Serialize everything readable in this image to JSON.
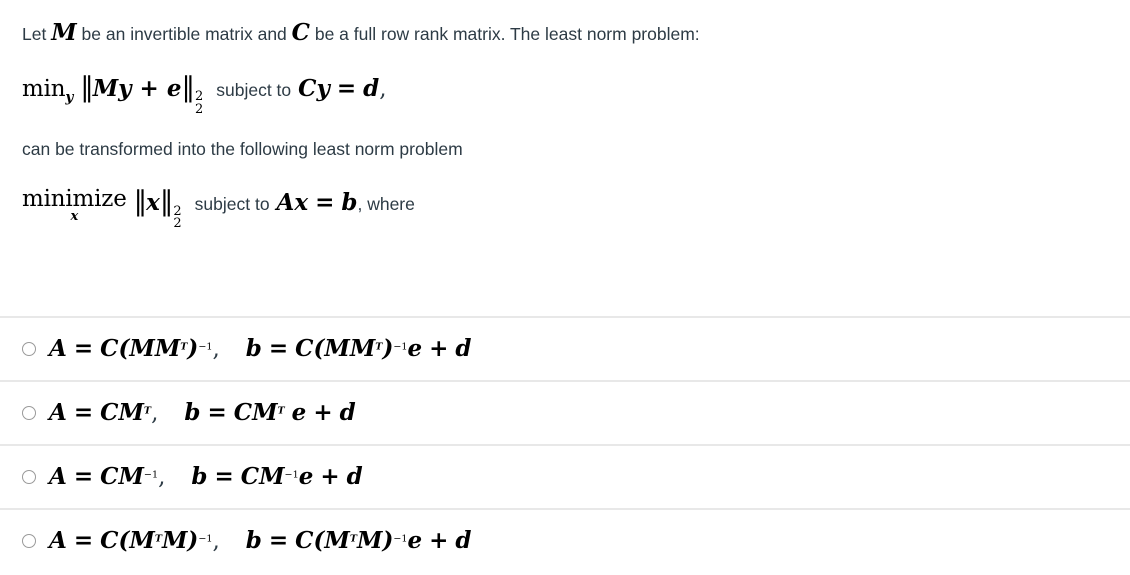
{
  "question": {
    "line1": {
      "part_a": "Let ",
      "var_M": "M",
      "part_b": " be an invertible matrix and ",
      "var_C": "C",
      "part_c": " be a full row rank matrix. The least norm problem:"
    },
    "line2": {
      "operator": "min",
      "operator_subscript": "y",
      "objective": "My + e",
      "norm_superscript": "2",
      "norm_subscript": "2",
      "connector": "subject to",
      "constraint_lhs": "Cy",
      "equals": "=",
      "constraint_rhs": "d",
      "trailing": ","
    },
    "line3": "can be transformed into the following least norm problem",
    "line4": {
      "operator": "minimize",
      "operator_underset": "x",
      "objective": "x",
      "norm_superscript": "2",
      "norm_subscript": "2",
      "connector": "subject to",
      "constraint_lhs": "Ax",
      "equals": "=",
      "constraint_rhs": "b",
      "trailing": ", where"
    }
  },
  "answers": {
    "options": [
      {
        "id": "option-a",
        "selected": false,
        "A_label": "A",
        "A_value_prefix": "C(",
        "A_value_inner_1": "M",
        "A_value_inner_2": "M",
        "A_value_inner_exp": "T",
        "A_value_suffix": ")",
        "A_value_power": "−1",
        "b_label": "b",
        "b_value_prefix": "C(",
        "b_value_inner_1": "M",
        "b_value_inner_2": "M",
        "b_value_inner_exp": "T",
        "b_value_suffix": ")",
        "b_value_power": "−1",
        "b_tail_e": "e",
        "b_tail_plus": "+",
        "b_tail_d": "d",
        "plain_text": "A = C(MM^T)^-1,   b = C(MM^T)^-1 e + d"
      },
      {
        "id": "option-b",
        "selected": false,
        "A_label": "A",
        "A_value_C": "C",
        "A_value_M": "M",
        "A_value_exp": "T",
        "b_label": "b",
        "b_value_C": "C",
        "b_value_M": "M",
        "b_value_exp": "T",
        "b_tail_e": "e",
        "b_tail_plus": "+",
        "b_tail_d": "d",
        "plain_text": "A = CM^T,   b = CM^T e + d"
      },
      {
        "id": "option-c",
        "selected": false,
        "A_label": "A",
        "A_value_C": "C",
        "A_value_M": "M",
        "A_value_exp": "−1",
        "b_label": "b",
        "b_value_C": "C",
        "b_value_M": "M",
        "b_value_exp": "−1",
        "b_tail_e": "e",
        "b_tail_plus": "+",
        "b_tail_d": "d",
        "plain_text": "A = CM^-1,   b = CM^-1 e + d"
      },
      {
        "id": "option-d",
        "selected": false,
        "A_label": "A",
        "A_value_prefix": "C(",
        "A_value_inner_1": "M",
        "A_value_inner_exp": "T",
        "A_value_inner_2": "M",
        "A_value_suffix": ")",
        "A_value_power": "−1",
        "b_label": "b",
        "b_value_prefix": "C(",
        "b_value_inner_1": "M",
        "b_value_inner_exp": "T",
        "b_value_inner_2": "M",
        "b_value_suffix": ")",
        "b_value_power": "−1",
        "b_tail_e": "e",
        "b_tail_plus": "+",
        "b_tail_d": "d",
        "plain_text": "A = C(M^T M)^-1,   b = C(M^T M)^-1 e + d"
      }
    ],
    "equals_symbol": "=",
    "comma_symbol": ",",
    "plus_symbol": "+",
    "open_paren": "(",
    "close_paren": ")"
  },
  "colors": {
    "body_text": "#2d3b45",
    "math_text": "#000000",
    "divider": "#e8e8e8",
    "radio_border": "#9a9a9a",
    "background": "#ffffff"
  }
}
